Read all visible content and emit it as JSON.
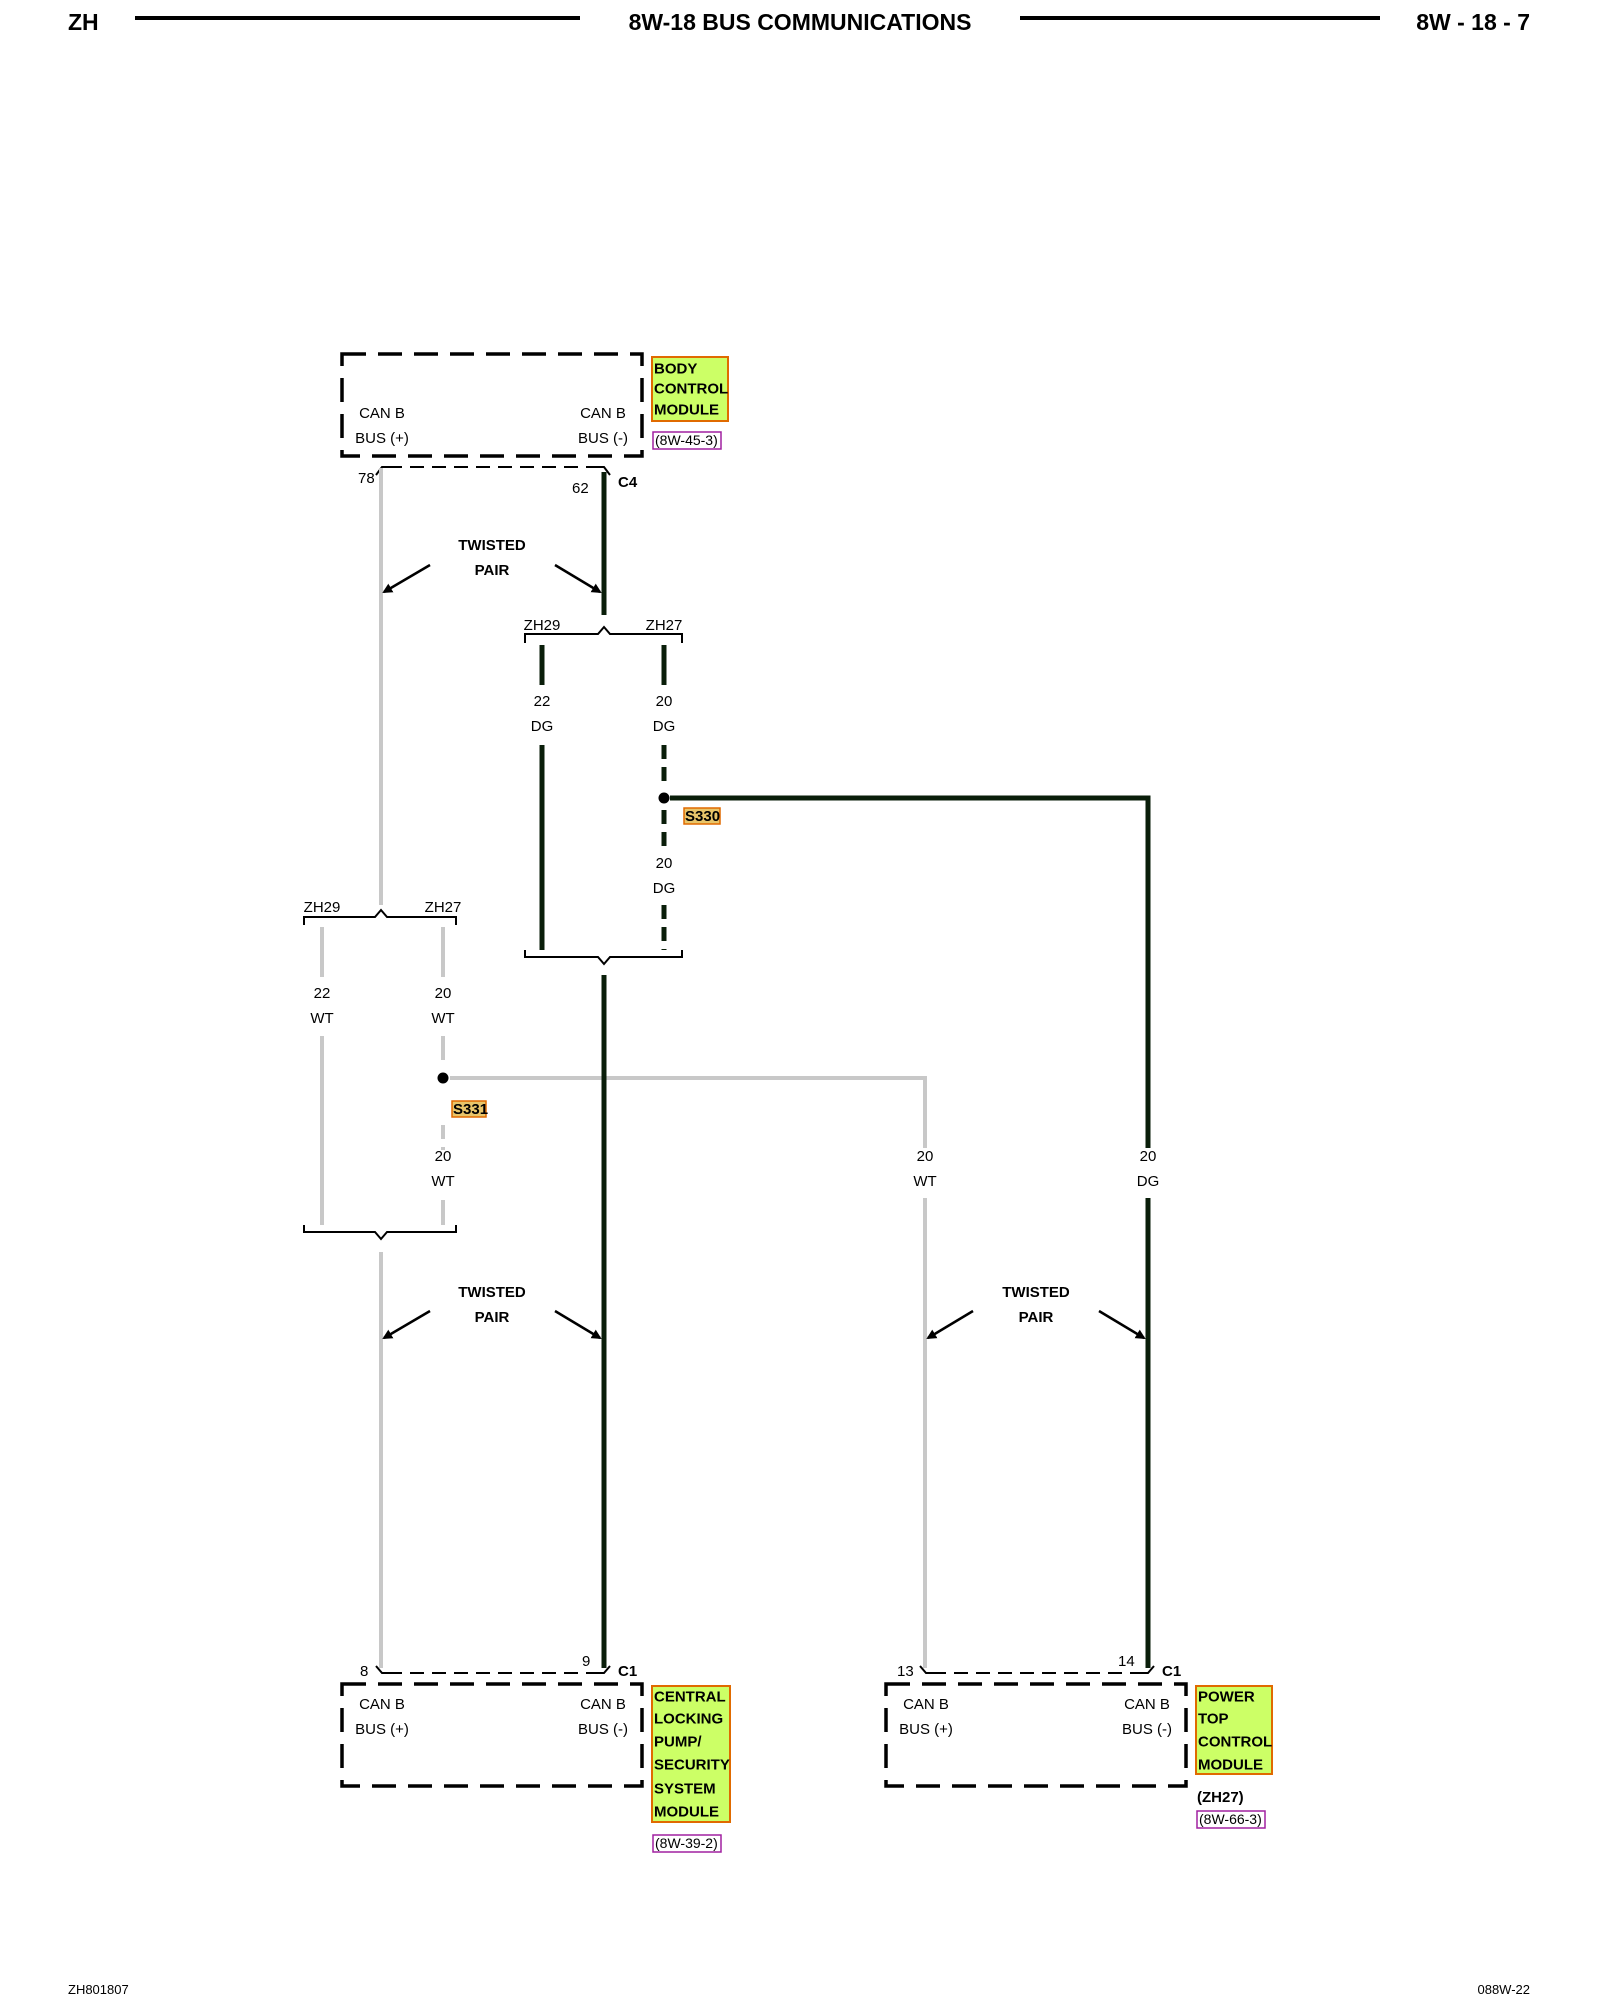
{
  "header": {
    "left": "ZH",
    "title": "8W-18 BUS COMMUNICATIONS",
    "right": "8W - 18 - 7"
  },
  "footer": {
    "left": "ZH801807",
    "right": "088W-22"
  },
  "colors": {
    "wire_dark_green": "#0a1e0a",
    "wire_white": "#c8c8c8",
    "highlight": "#ccff66",
    "highlight_border": "#e06a00",
    "ref_border": "#a020a0"
  },
  "modules": {
    "bcm": {
      "name_lines": [
        "BODY",
        "CONTROL",
        "MODULE"
      ],
      "ref": "(8W-45-3)",
      "pin_left_label": [
        "CAN B",
        "BUS (+)"
      ],
      "pin_right_label": [
        "CAN B",
        "BUS (-)"
      ],
      "pin_left": "78",
      "pin_right": "62",
      "connector": "C4"
    },
    "clp": {
      "name_lines": [
        "CENTRAL",
        "LOCKING",
        "PUMP/",
        "SECURITY",
        "SYSTEM",
        "MODULE"
      ],
      "ref": "(8W-39-2)",
      "pin_left_label": [
        "CAN B",
        "BUS (+)"
      ],
      "pin_right_label": [
        "CAN B",
        "BUS (-)"
      ],
      "pin_left": "8",
      "pin_right": "9",
      "connector": "C1"
    },
    "ptcm": {
      "name_lines": [
        "POWER",
        "TOP",
        "CONTROL",
        "MODULE"
      ],
      "variant": "(ZH27)",
      "ref": "(8W-66-3)",
      "pin_left_label": [
        "CAN B",
        "BUS (+)"
      ],
      "pin_right_label": [
        "CAN B",
        "BUS (-)"
      ],
      "pin_left": "13",
      "pin_right": "14",
      "connector": "C1"
    }
  },
  "twisted_pair": [
    "TWISTED",
    "PAIR"
  ],
  "splices": {
    "s330": "S330",
    "s331": "S331"
  },
  "variants": {
    "left": "ZH29",
    "right": "ZH27"
  },
  "wires": {
    "dg22": [
      "22",
      "DG"
    ],
    "dg20": [
      "20",
      "DG"
    ],
    "wt22": [
      "22",
      "WT"
    ],
    "wt20": [
      "20",
      "WT"
    ]
  }
}
